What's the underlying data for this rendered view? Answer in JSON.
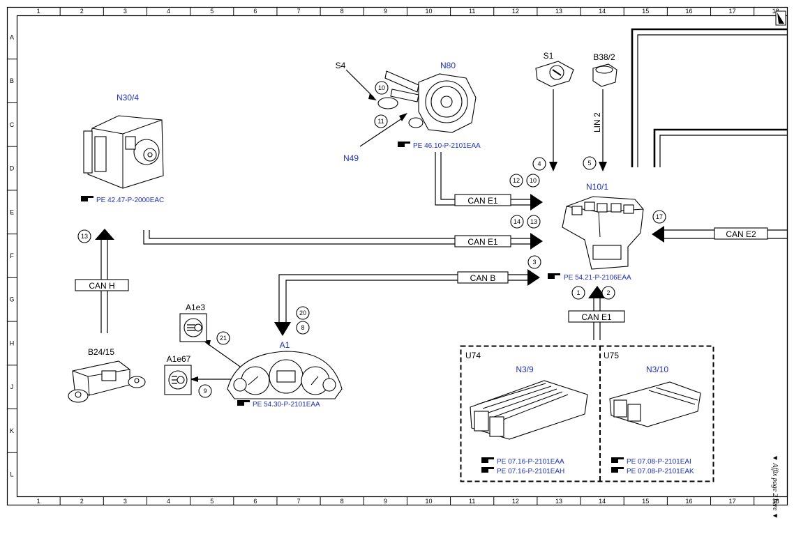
{
  "grid": {
    "columns": [
      "1",
      "2",
      "3",
      "4",
      "5",
      "6",
      "7",
      "8",
      "9",
      "10",
      "11",
      "12",
      "13",
      "14",
      "15",
      "16",
      "17",
      "18"
    ],
    "rows": [
      "A",
      "B",
      "C",
      "D",
      "E",
      "F",
      "G",
      "H",
      "J",
      "K",
      "L"
    ]
  },
  "components": {
    "n30_4": {
      "code": "N30/4",
      "ref": "PE 42.47-P-2000EAC"
    },
    "n80": {
      "code": "N80",
      "ref": "PE 46.10-P-2101EAA"
    },
    "s4": {
      "code": "S4"
    },
    "n49": {
      "code": "N49"
    },
    "s1": {
      "code": "S1"
    },
    "b38_2": {
      "code": "B38/2"
    },
    "n10_1": {
      "code": "N10/1",
      "ref": "PE 54.21-P-2106EAA"
    },
    "a1e3": {
      "code": "A1e3"
    },
    "a1": {
      "code": "A1",
      "ref": "PE 54.30-P-2101EAA"
    },
    "a1e67": {
      "code": "A1e67"
    },
    "b24_15": {
      "code": "B24/15"
    },
    "u74": {
      "code": "U74"
    },
    "u75": {
      "code": "U75"
    },
    "n3_9": {
      "code": "N3/9",
      "refs": [
        "PE 07.16-P-2101EAA",
        "PE 07.16-P-2101EAH"
      ]
    },
    "n3_10": {
      "code": "N3/10",
      "refs": [
        "PE 07.08-P-2101EAI",
        "PE 07.08-P-2101EAK"
      ]
    }
  },
  "buses": {
    "can_e1_top": "CAN E1",
    "can_e1_mid": "CAN E1",
    "can_b": "CAN B",
    "can_h": "CAN H",
    "can_e2": "CAN E2",
    "can_e1_bottom": "CAN E1",
    "lin_2": "LIN 2"
  },
  "markers": {
    "m1": "1",
    "m2": "2",
    "m3": "3",
    "m4": "4",
    "m5": "5",
    "m8": "8",
    "m9": "9",
    "m10a": "10",
    "m10b": "10",
    "m11": "11",
    "m12": "12",
    "m13a": "13",
    "m13b": "13",
    "m14": "14",
    "m17": "17",
    "m20": "20",
    "m21": "21"
  },
  "affix_note": "▼ Affix page 2 here ▼"
}
